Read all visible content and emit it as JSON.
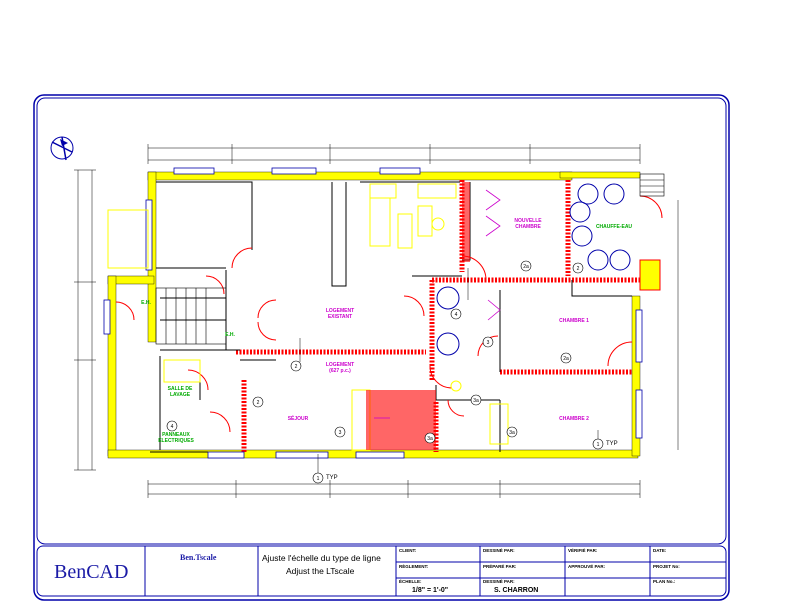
{
  "title_block": {
    "brand": "BenCAD",
    "drawing_name": "Ben.Tscale",
    "title_fr": "Ajuste l'échelle du type de ligne",
    "title_en": "Adjust the LTscale",
    "labels": {
      "client": "CLIENT:",
      "reglement": "RÈGLEMENT:",
      "echelle": "ÉCHELLE:",
      "dessine_par": "DESSINÉ PAR:",
      "prepare_par": "PRÉPARÉ PAR:",
      "dessine_par2": "DESSINÉ PAR:",
      "verifie_par": "VÉRIFIÉ PAR:",
      "approuve_par": "APPROUVÉ PAR:",
      "date": "DATE:",
      "projet": "PROJET No:",
      "plan": "PLAN No.:"
    },
    "scale_value": "1/8\" = 1'-0\"",
    "drawn_by_value": "S. CHARRON"
  },
  "room_labels": {
    "logement_existant": "LOGEMENT\nEXISTANT",
    "logement_627": "LOGEMENT\n(627 p.c.)",
    "nouvelle_chambre": "NOUVELLE\nCHAMBRE",
    "chauffe_eau": "CHAUFFE-EAU",
    "chambre1": "CHAMBRE 1",
    "chambre2": "CHAMBRE 2",
    "sejour": "SÉJOUR",
    "salle_lavage": "SALLE DE\nLAVAGE",
    "panneaux": "PANNEAUX\nÉLECTRIQUES",
    "eh": "E.H.",
    "typ": "TYP"
  },
  "tags": [
    "2",
    "2",
    "2",
    "2a",
    "2a",
    "3",
    "3",
    "3a",
    "3a",
    "3a",
    "4",
    "4",
    "1",
    "1"
  ],
  "colors": {
    "wall": "#ff0000",
    "hatch": "#ffff00",
    "fixture": "#ffff00",
    "door": "#ff0000",
    "dim": "#000000",
    "brand": "#1a1aa6",
    "text_green": "#00aa00",
    "text_magenta": "#cc00cc"
  }
}
